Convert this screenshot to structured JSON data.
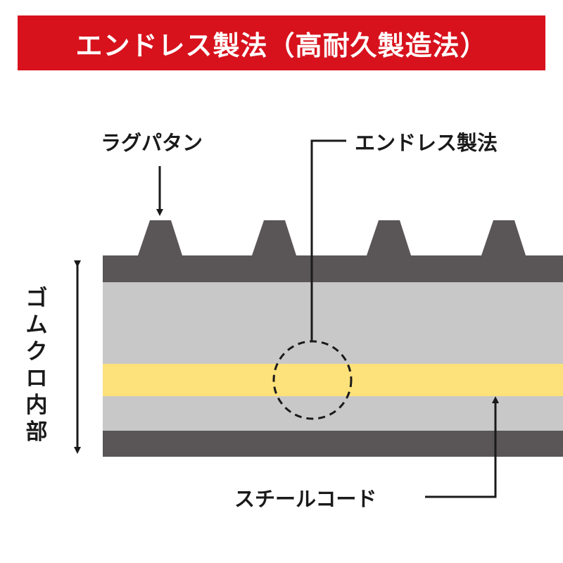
{
  "title": "エンドレス製法（高耐久製造法）",
  "labels": {
    "lug_pattern": "ラグパタン",
    "endless_method": "エンドレス製法",
    "steel_cord": "スチールコード",
    "rubber_crawler_inner": "ゴムクロ内部"
  },
  "colors": {
    "banner": "#d7121d",
    "banner_text": "#ffffff",
    "rubber_dark": "#5a5556",
    "rubber_light": "#c8c8c8",
    "steel_cord": "#fde17a",
    "line": "#1a1a1a"
  }
}
